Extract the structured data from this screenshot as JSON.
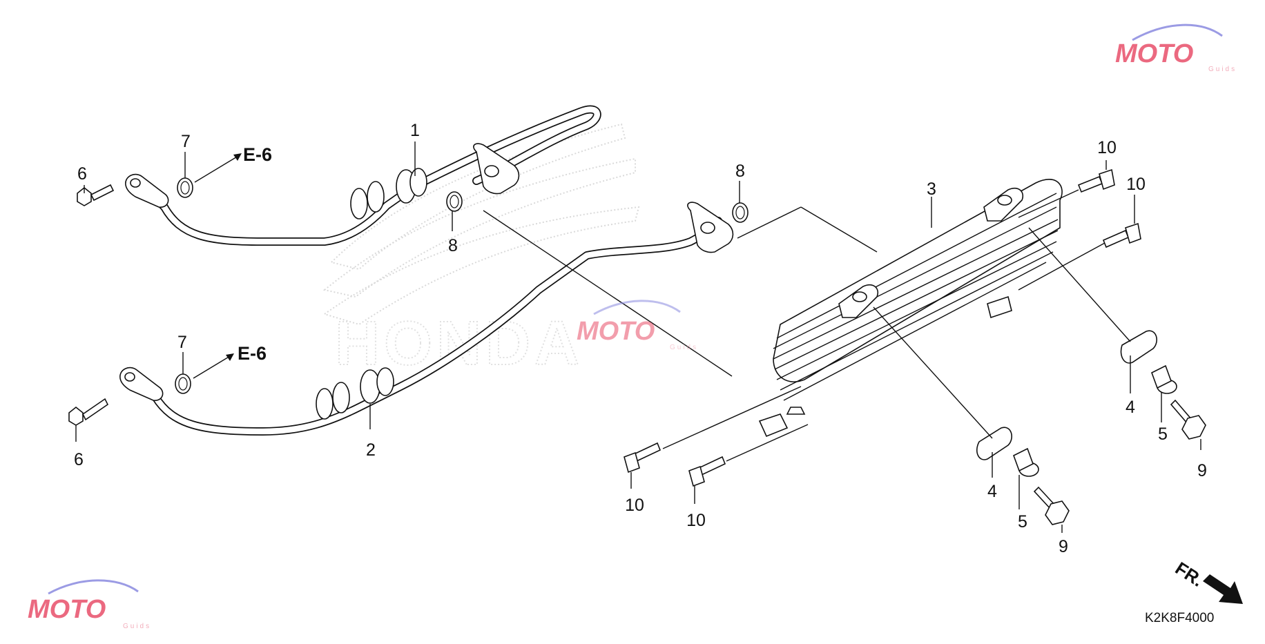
{
  "watermark": {
    "brand": "MOTO",
    "sub": "Guids",
    "background_mark": "HONDA",
    "brand_color": "#e03050",
    "swoosh_color": "#6a6ad0"
  },
  "callouts": [
    {
      "id": "1",
      "label": "1"
    },
    {
      "id": "2",
      "label": "2"
    },
    {
      "id": "3",
      "label": "3"
    },
    {
      "id": "4a",
      "label": "4"
    },
    {
      "id": "4b",
      "label": "4"
    },
    {
      "id": "5a",
      "label": "5"
    },
    {
      "id": "5b",
      "label": "5"
    },
    {
      "id": "6a",
      "label": "6"
    },
    {
      "id": "6b",
      "label": "6"
    },
    {
      "id": "7a",
      "label": "7"
    },
    {
      "id": "7b",
      "label": "7"
    },
    {
      "id": "8a",
      "label": "8"
    },
    {
      "id": "8b",
      "label": "8"
    },
    {
      "id": "9a",
      "label": "9"
    },
    {
      "id": "9b",
      "label": "9"
    },
    {
      "id": "10a",
      "label": "10"
    },
    {
      "id": "10b",
      "label": "10"
    },
    {
      "id": "10c",
      "label": "10"
    },
    {
      "id": "10d",
      "label": "10"
    }
  ],
  "references": [
    {
      "label": "E-6"
    },
    {
      "label": "E-6"
    }
  ],
  "direction_label": "FR.",
  "diagram_code": "K2K8F4000"
}
